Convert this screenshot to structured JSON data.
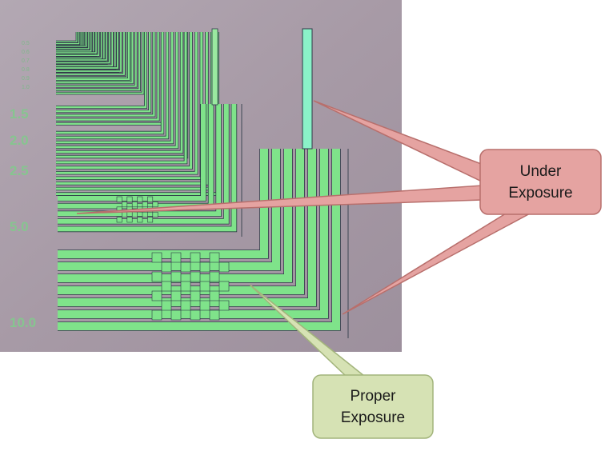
{
  "image": {
    "subject": "microscope photo of photolithography resolution test pattern",
    "background_color": "#a79aa6",
    "line_color": "#7fe38a",
    "edge_color": "#2e3a47"
  },
  "scale_labels": {
    "small": [
      "0.5",
      "0.6",
      "0.7",
      "0.8",
      "0.9",
      "1.0"
    ],
    "large": [
      "1.5",
      "2.0",
      "2.5",
      "5.0",
      "10.0"
    ]
  },
  "callouts": {
    "under": {
      "line1": "Under",
      "line2": "Exposure",
      "fill": "#e5a3a1",
      "stroke": "#b86f6c"
    },
    "proper": {
      "line1": "Proper",
      "line2": "Exposure",
      "fill": "#d6e2b4",
      "stroke": "#a2b47b"
    }
  }
}
